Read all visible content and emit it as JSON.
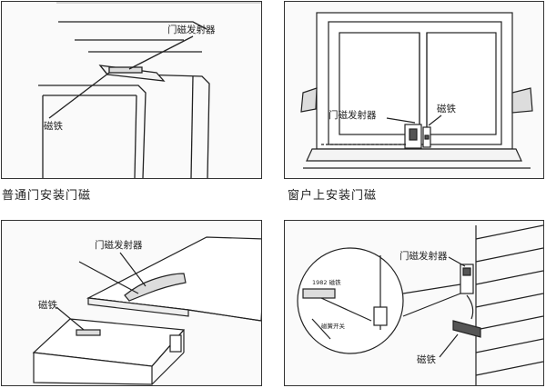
{
  "panels": [
    {
      "caption": "普通门安装门磁",
      "labels": {
        "transmitter": "门磁发射器",
        "magnet": "磁铁"
      }
    },
    {
      "caption": "窗户上安装门磁",
      "labels": {
        "transmitter": "门磁发射器",
        "magnet": "磁铁"
      }
    },
    {
      "labels": {
        "transmitter": "门磁发射器",
        "magnet": "磁铁"
      }
    },
    {
      "labels": {
        "transmitter": "门磁发射器",
        "magnet": "磁铁",
        "inset_magnet": "1982 磁铁",
        "inset_switch": "磁簧开关"
      }
    }
  ]
}
